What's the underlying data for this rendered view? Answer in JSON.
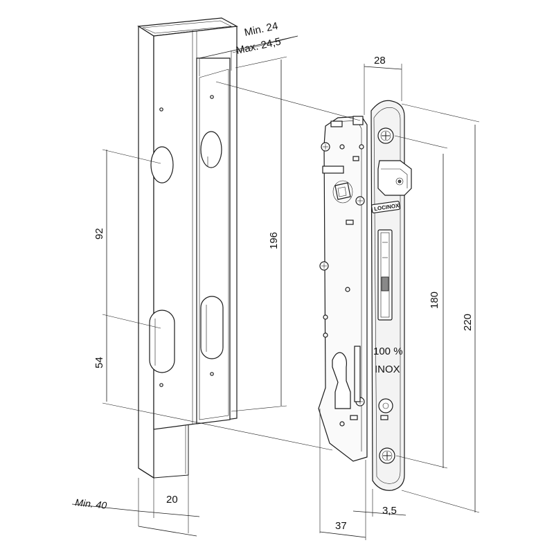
{
  "dimensions": {
    "min_24": "Min. 24",
    "max_24_5": "Max. 24,5",
    "d28": "28",
    "d196": "196",
    "d180": "180",
    "d220": "220",
    "d92": "92",
    "d54": "54",
    "d20": "20",
    "min_40": "Min. 40",
    "d37": "37",
    "d3_5": "3,5"
  },
  "lock": {
    "brand": "LOCINOX",
    "material_percent": "100 %",
    "material": "INOX"
  }
}
